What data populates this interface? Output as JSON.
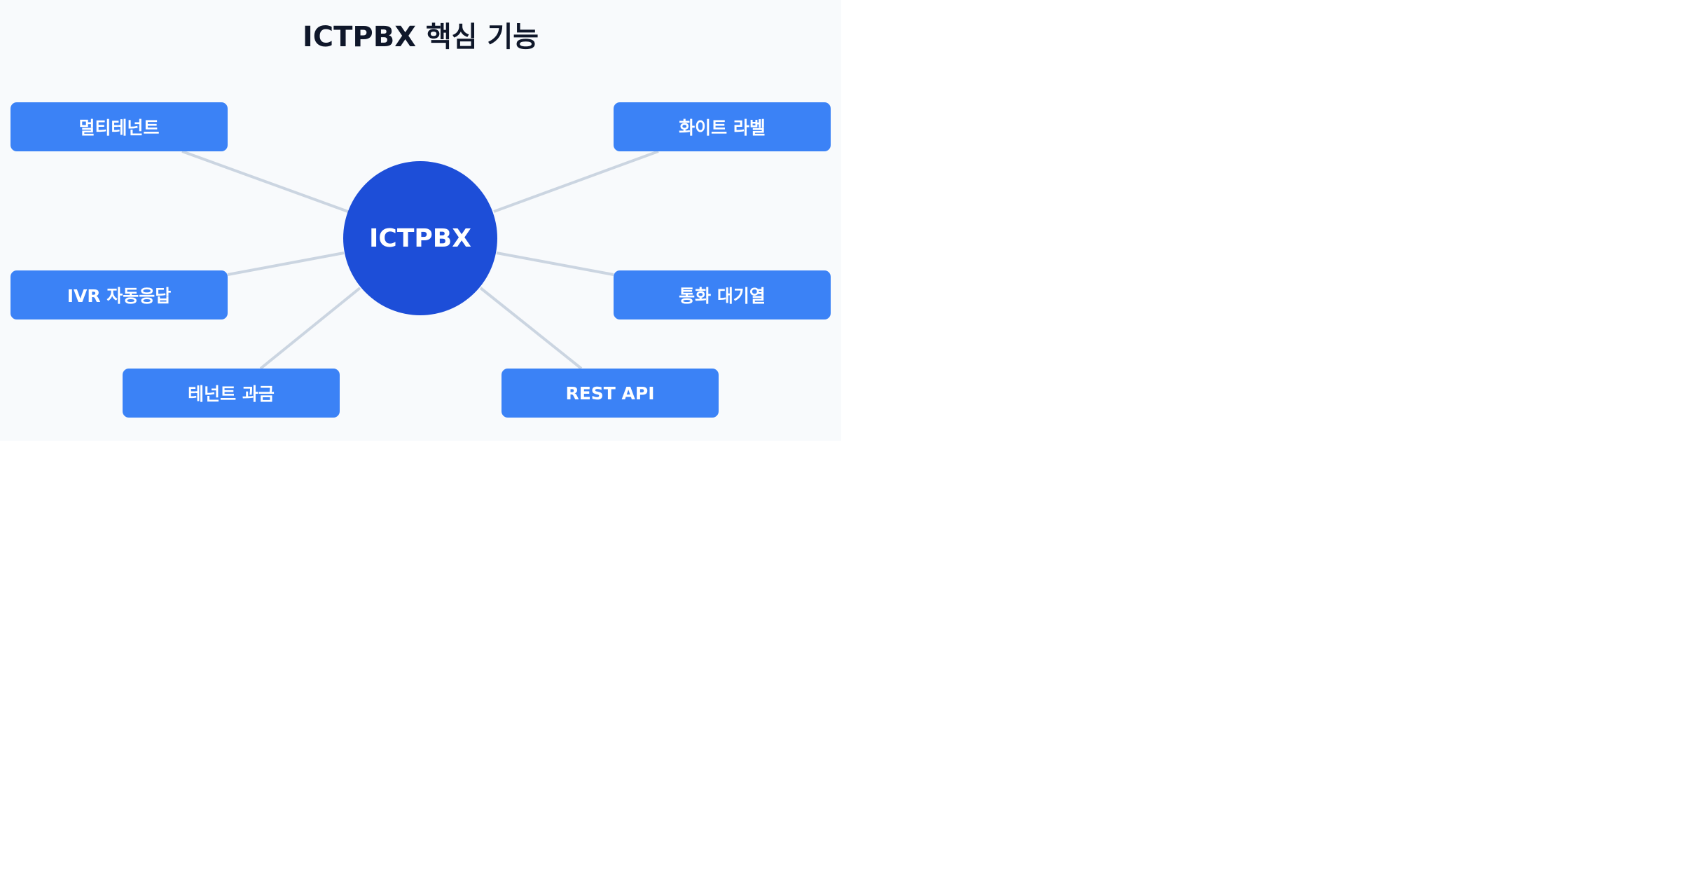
{
  "diagram": {
    "title": "ICTPBX 핵심 기능",
    "center": "ICTPBX",
    "features": [
      "멀티테넌트",
      "화이트 라벨",
      "IVR 자동응답",
      "통화 대기열",
      "테넌트 과금",
      "REST API"
    ],
    "colors": {
      "background": "#f8fafc",
      "title": "#0f172a",
      "hub": "#1d4ed8",
      "node": "#3b82f6",
      "connector": "#cbd5e1",
      "label": "#ffffff"
    }
  }
}
